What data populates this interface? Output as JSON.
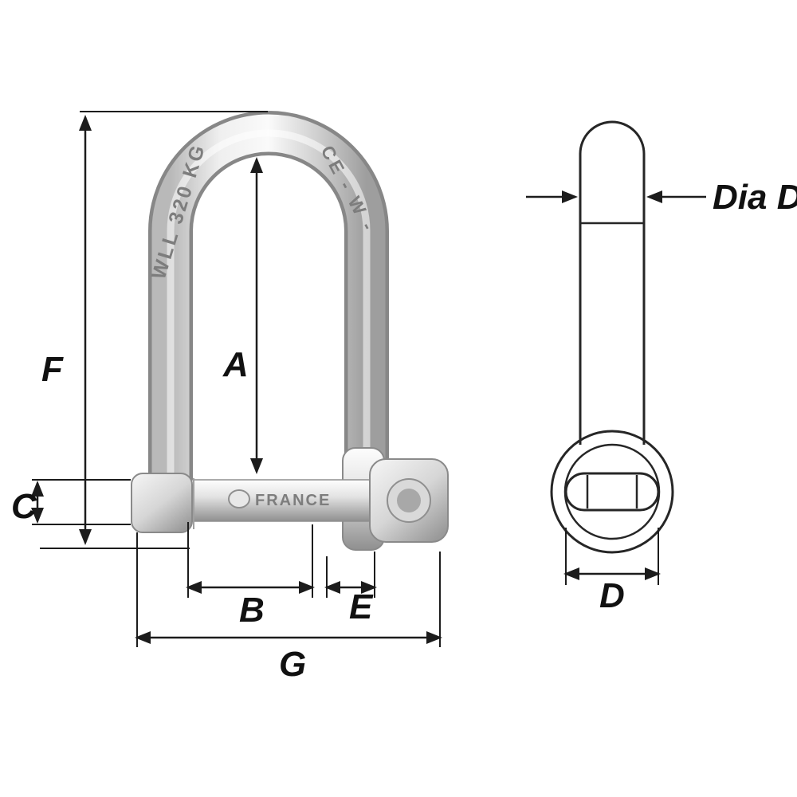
{
  "page": {
    "background": "#ffffff"
  },
  "front_view": {
    "markings": {
      "wll": "WLL 320 KG",
      "ce": "CE - W -",
      "pin_brand": "FRANCE"
    },
    "dimensions": {
      "A": "A",
      "B": "B",
      "C": "C",
      "E": "E",
      "F": "F",
      "G": "G"
    }
  },
  "side_view": {
    "dimensions": {
      "dia_d": "Dia D",
      "D": "D"
    }
  },
  "colors": {
    "line": "#1c1c1c",
    "outline": "#262626",
    "metal_light": "#fafafa",
    "metal_mid": "#cfcfcf",
    "metal_dark": "#8f8f8f",
    "engraving": "#7d7d7d"
  }
}
